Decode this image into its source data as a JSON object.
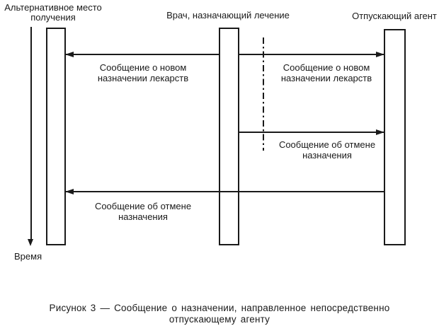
{
  "colors": {
    "ink": "#1a1a1a",
    "background": "#ffffff"
  },
  "diagram": {
    "type": "sequence-diagram",
    "actors": [
      {
        "id": "alt_location",
        "lines": [
          "Альтернативное место",
          "получения"
        ]
      },
      {
        "id": "doctor",
        "lines": [
          "Врач, назначающий лечение"
        ]
      },
      {
        "id": "agent",
        "lines": [
          "Отпускающий агент"
        ]
      }
    ],
    "time_axis": {
      "label": "Время"
    },
    "messages": [
      {
        "from": "doctor",
        "to": "alt_location",
        "direction": "left",
        "lines": [
          "Сообщение о новом",
          "назначении лекарств"
        ]
      },
      {
        "from": "doctor",
        "to": "agent",
        "direction": "right",
        "lines": [
          "Сообщение о новом",
          "назначении лекарств"
        ]
      },
      {
        "from": "doctor",
        "to": "agent",
        "direction": "right",
        "lines": [
          "Сообщение об отмене",
          "назначения"
        ]
      },
      {
        "from": "agent",
        "to": "alt_location",
        "direction": "left",
        "lines": [
          "Сообщение об отмене",
          "назначения"
        ]
      }
    ],
    "caption": {
      "lines": [
        "Рисунок 3 — Сообщение о назначении, направленное непосредственно",
        "отпускающему агенту"
      ]
    }
  }
}
